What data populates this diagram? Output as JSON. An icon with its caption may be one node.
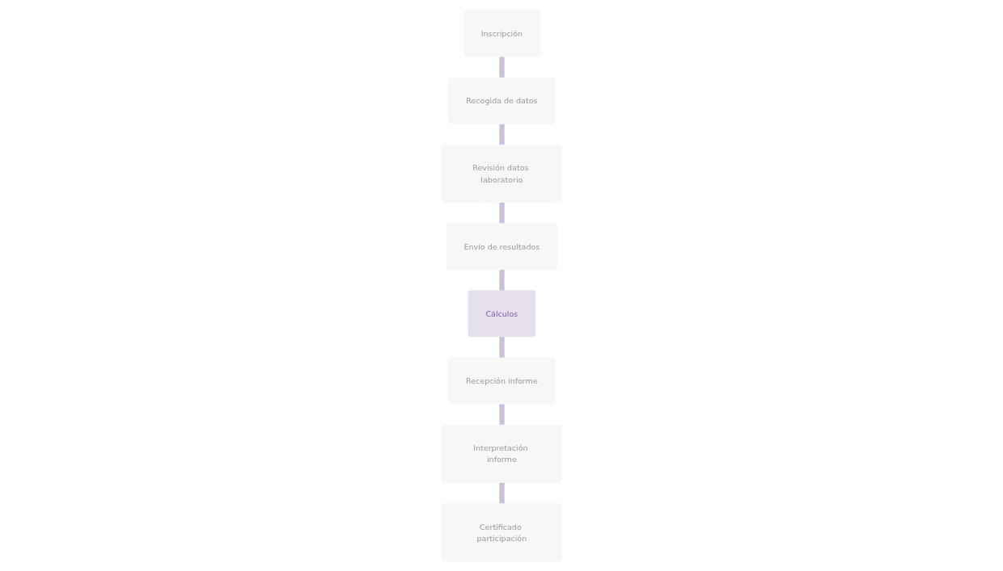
{
  "diagram": {
    "nodes": [
      {
        "text": [
          "Inscripción"
        ]
      },
      {
        "text": [
          "Recepción informe"
        ]
      },
      {
        "text": [
          "Interpretación informe"
        ]
      },
      {
        "text": [
          "Recogida de datos"
        ]
      },
      {
        "text": [
          "Cálculos"
        ]
      },
      {
        "text": [
          "Certificado participación"
        ]
      },
      {
        "text": [
          "Revisión datos laboratorio"
        ]
      },
      {
        "text": [
          "Envío de resultados"
        ]
      }
    ],
    "edges": [
      {
        "from": 0,
        "to": 3,
        "arrow": "none"
      },
      {
        "from": 3,
        "to": 6,
        "arrow": "none"
      },
      {
        "from": 6,
        "to": 7,
        "arrow": "none"
      },
      {
        "from": 7,
        "to": 4,
        "arrow": "none"
      },
      {
        "from": 4,
        "to": 1,
        "arrow": "none"
      },
      {
        "from": 1,
        "to": 2,
        "arrow": "none"
      },
      {
        "from": 2,
        "to": 5,
        "arrow": "none"
      }
    ]
  }
}
